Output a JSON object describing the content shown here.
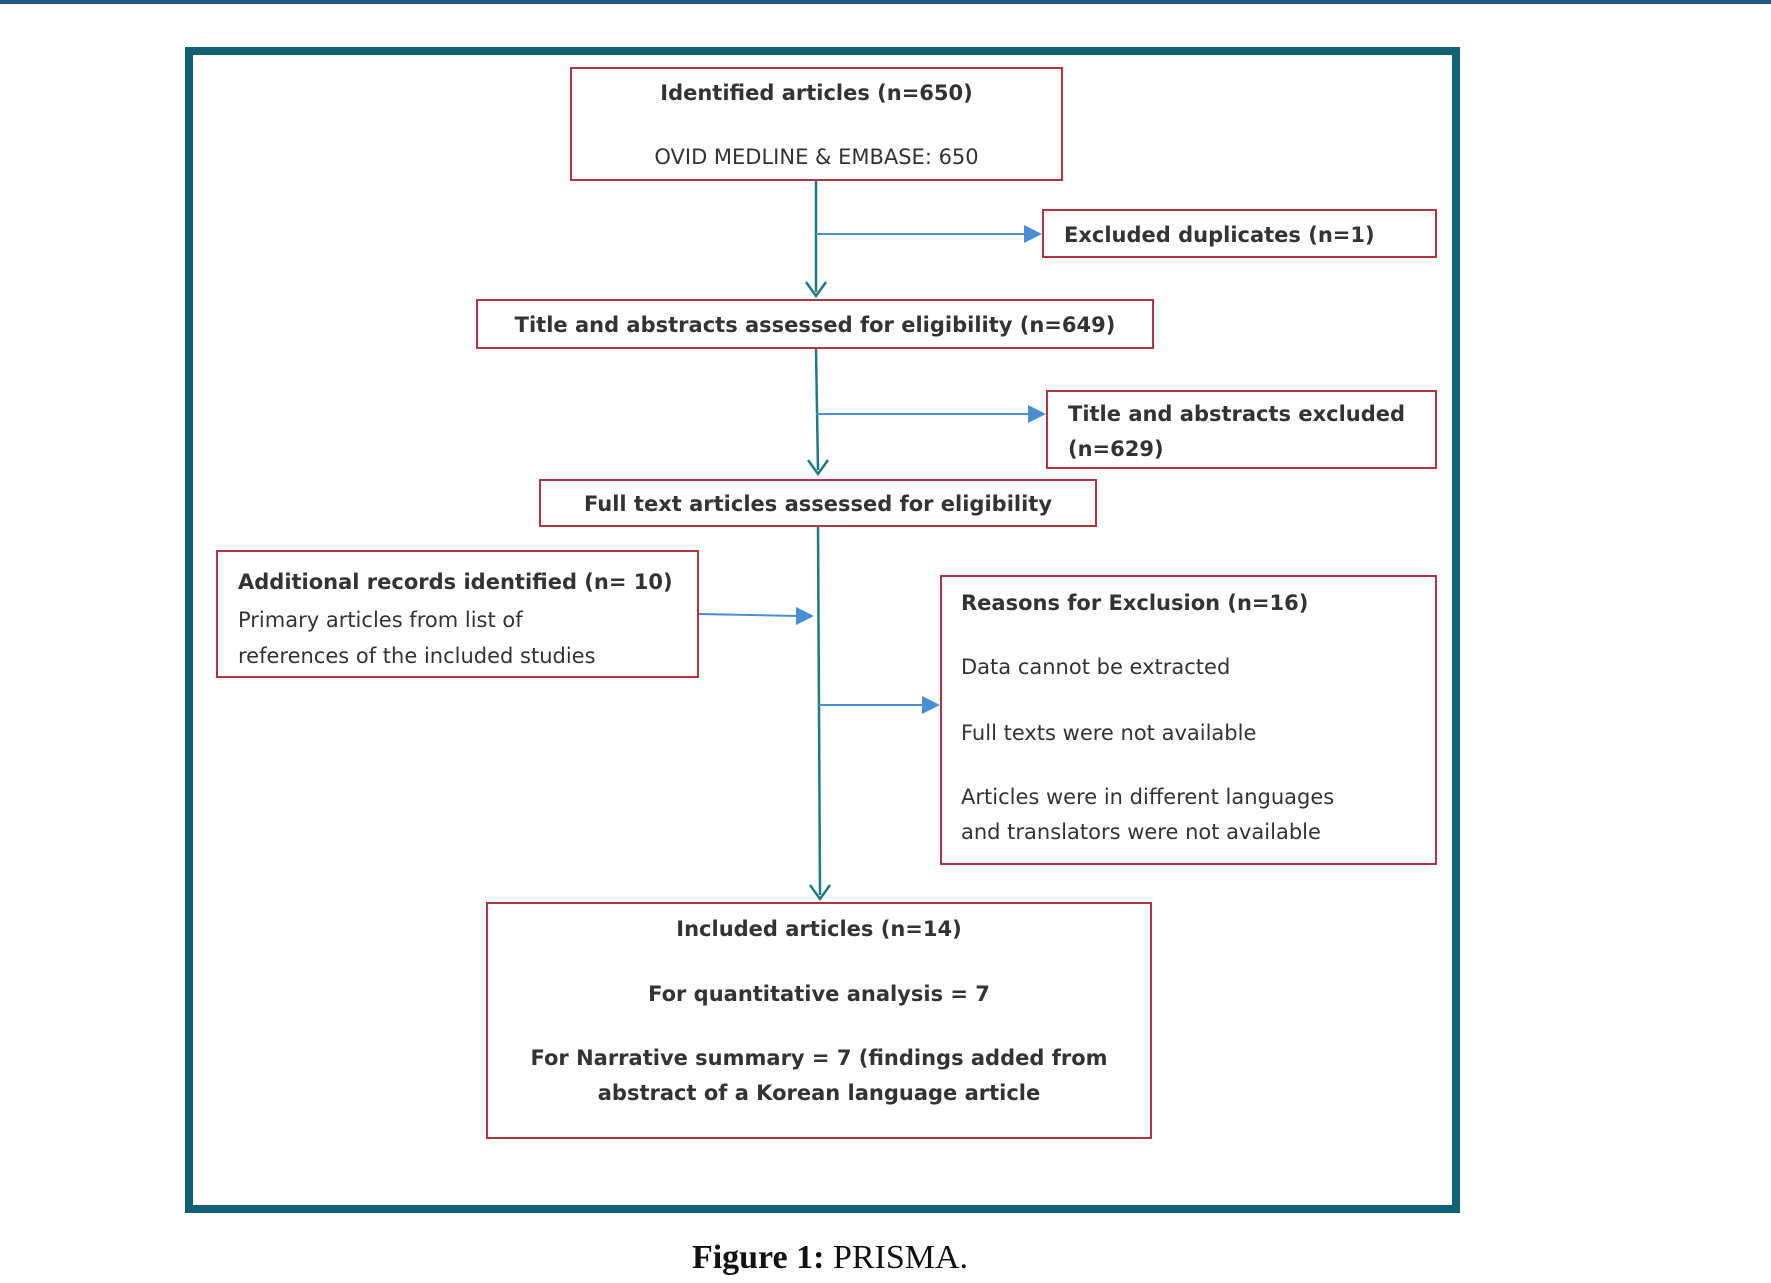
{
  "identified": {
    "title": "Identified articles (n=650)",
    "source": "OVID MEDLINE & EMBASE: 650"
  },
  "duplicates": "Excluded duplicates (n=1)",
  "screened": "Title and abstracts assessed for eligibility (n=649)",
  "abstracts_excluded": {
    "line1": "Title and abstracts excluded",
    "line2": "(n=629)"
  },
  "fulltext": "Full text articles assessed for eligibility",
  "additional": {
    "title": "Additional records identified (n= 10)",
    "line1": "Primary articles from list of",
    "line2": "references of the included studies"
  },
  "exclusion": {
    "title": "Reasons for Exclusion (n=16)",
    "reason1": "Data cannot be extracted",
    "reason2": "Full texts were not available",
    "reason3a": "Articles were in different languages",
    "reason3b": "and translators were not available"
  },
  "included": {
    "title": "Included articles (n=14)",
    "quantitative": "For quantitative analysis = 7",
    "narrative1": "For Narrative summary = 7 (findings added from",
    "narrative2": "abstract of a Korean language article"
  },
  "caption": {
    "label": "Figure 1:",
    "text": "PRISMA."
  },
  "colors": {
    "frame": "#0f6173",
    "box_border": "#b3343f",
    "main_arrow": "#1f7a80",
    "side_arrow": "#4a8fd0"
  }
}
